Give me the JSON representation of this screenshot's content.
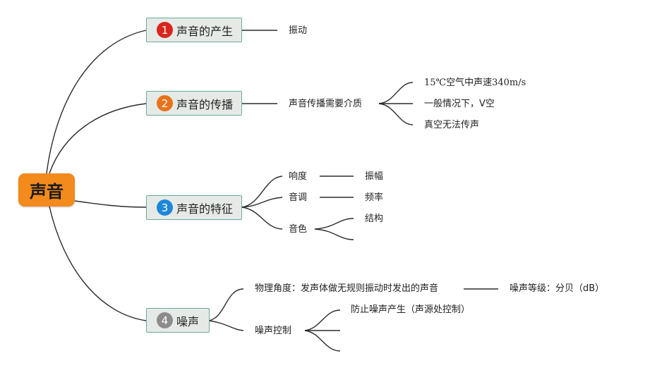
{
  "root": {
    "label": "声音"
  },
  "branches": [
    {
      "badge": "1",
      "badge_color": "#d8261c",
      "label": "声音的产生",
      "children": [
        "振动"
      ]
    },
    {
      "badge": "2",
      "badge_color": "#e8731c",
      "label": "声音的传播",
      "medium": "声音传播需要介质",
      "medium_children": [
        "15℃空气中声速340m/s",
        "一般情况下，V空",
        "真空无法传声"
      ]
    },
    {
      "badge": "3",
      "badge_color": "#1e88d8",
      "label": "声音的特征",
      "loudness": "响度",
      "loudness_child": "振幅",
      "pitch": "音调",
      "pitch_child": "频率",
      "timbre": "音色",
      "timbre_child": "结构"
    },
    {
      "badge": "4",
      "badge_color": "#8c8c8c",
      "label": "噪声",
      "physics": "物理角度：发声体做无规则振动时发出的声音",
      "physics_child": "噪声等级：分贝（dB）",
      "control": "噪声控制",
      "control_child": "防止噪声产生（声源处控制）"
    }
  ]
}
